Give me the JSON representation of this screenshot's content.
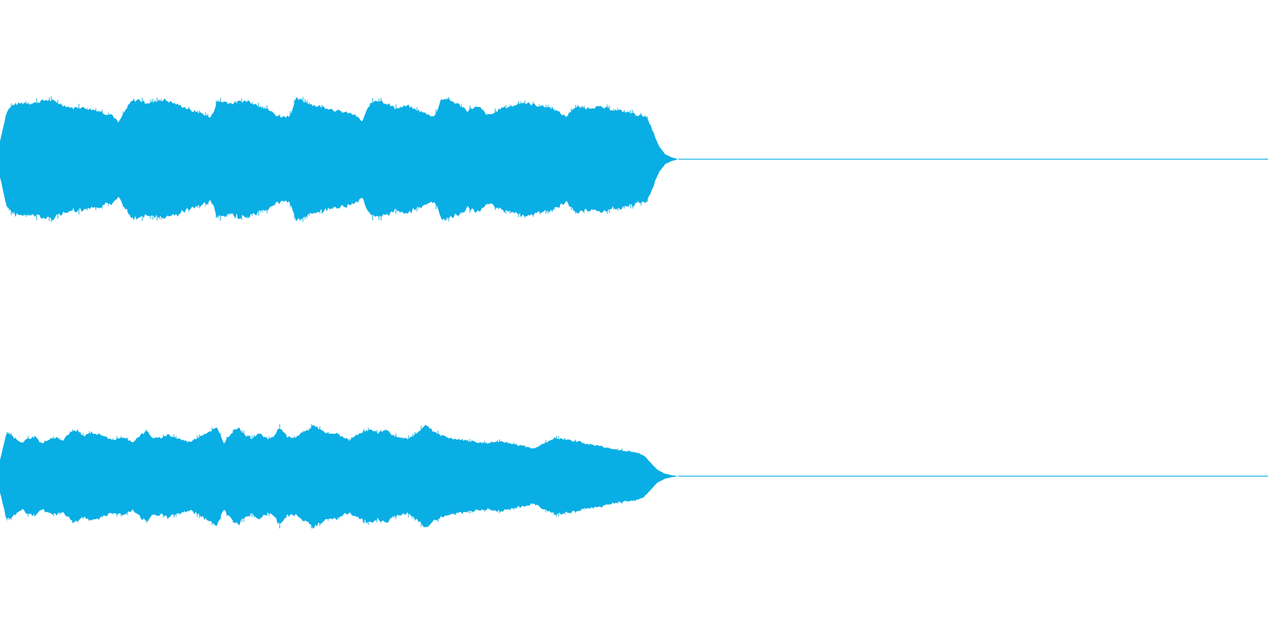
{
  "waveform": {
    "color": "#08aee4",
    "channels": [
      {
        "name": "",
        "envelope": [
          0.3,
          0.78,
          0.9,
          0.92,
          0.93,
          0.92,
          0.95,
          0.98,
          0.96,
          0.92,
          0.88,
          0.84,
          0.86,
          0.84,
          0.82,
          0.8,
          0.75,
          0.74,
          0.6,
          0.8,
          0.96,
          0.98,
          0.94,
          0.93,
          0.97,
          0.98,
          0.94,
          0.9,
          0.86,
          0.8,
          0.78,
          0.74,
          0.68,
          0.95,
          0.95,
          0.92,
          0.94,
          0.96,
          0.95,
          0.9,
          0.86,
          0.8,
          0.72,
          0.7,
          0.72,
          1.0,
          0.96,
          0.92,
          0.88,
          0.86,
          0.84,
          0.8,
          0.78,
          0.76,
          0.72,
          0.62,
          0.88,
          0.98,
          0.96,
          0.9,
          0.84,
          0.86,
          0.88,
          0.82,
          0.78,
          0.74,
          0.7,
          1.0,
          0.98,
          0.94,
          0.88,
          0.8,
          0.86,
          0.84,
          0.72,
          0.76,
          0.84,
          0.86,
          0.88,
          0.94,
          0.92,
          0.9,
          0.88,
          0.86,
          0.84,
          0.76,
          0.7,
          0.84,
          0.86,
          0.84,
          0.86,
          0.86,
          0.84,
          0.82,
          0.8,
          0.78,
          0.76,
          0.72,
          0.72,
          0.5,
          0.22,
          0.08,
          0.03,
          0.0
        ],
        "active_end": 0.535
      },
      {
        "name": "",
        "envelope": [
          0.3,
          0.82,
          0.72,
          0.62,
          0.7,
          0.74,
          0.6,
          0.7,
          0.72,
          0.66,
          0.82,
          0.86,
          0.74,
          0.82,
          0.78,
          0.76,
          0.66,
          0.72,
          0.7,
          0.64,
          0.76,
          0.84,
          0.7,
          0.72,
          0.78,
          0.72,
          0.68,
          0.64,
          0.7,
          0.78,
          0.84,
          0.9,
          0.62,
          0.8,
          0.92,
          0.78,
          0.7,
          0.82,
          0.7,
          0.72,
          0.92,
          0.74,
          0.7,
          0.8,
          0.86,
          0.96,
          0.84,
          0.78,
          0.8,
          0.74,
          0.66,
          0.78,
          0.84,
          0.86,
          0.8,
          0.88,
          0.78,
          0.72,
          0.7,
          0.74,
          0.86,
          0.96,
          0.84,
          0.76,
          0.72,
          0.7,
          0.68,
          0.66,
          0.64,
          0.62,
          0.62,
          0.66,
          0.64,
          0.6,
          0.58,
          0.56,
          0.52,
          0.56,
          0.62,
          0.7,
          0.7,
          0.68,
          0.66,
          0.64,
          0.6,
          0.58,
          0.56,
          0.52,
          0.5,
          0.48,
          0.46,
          0.44,
          0.4,
          0.26,
          0.12,
          0.05,
          0.02,
          0.0
        ],
        "active_end": 0.535
      }
    ]
  }
}
